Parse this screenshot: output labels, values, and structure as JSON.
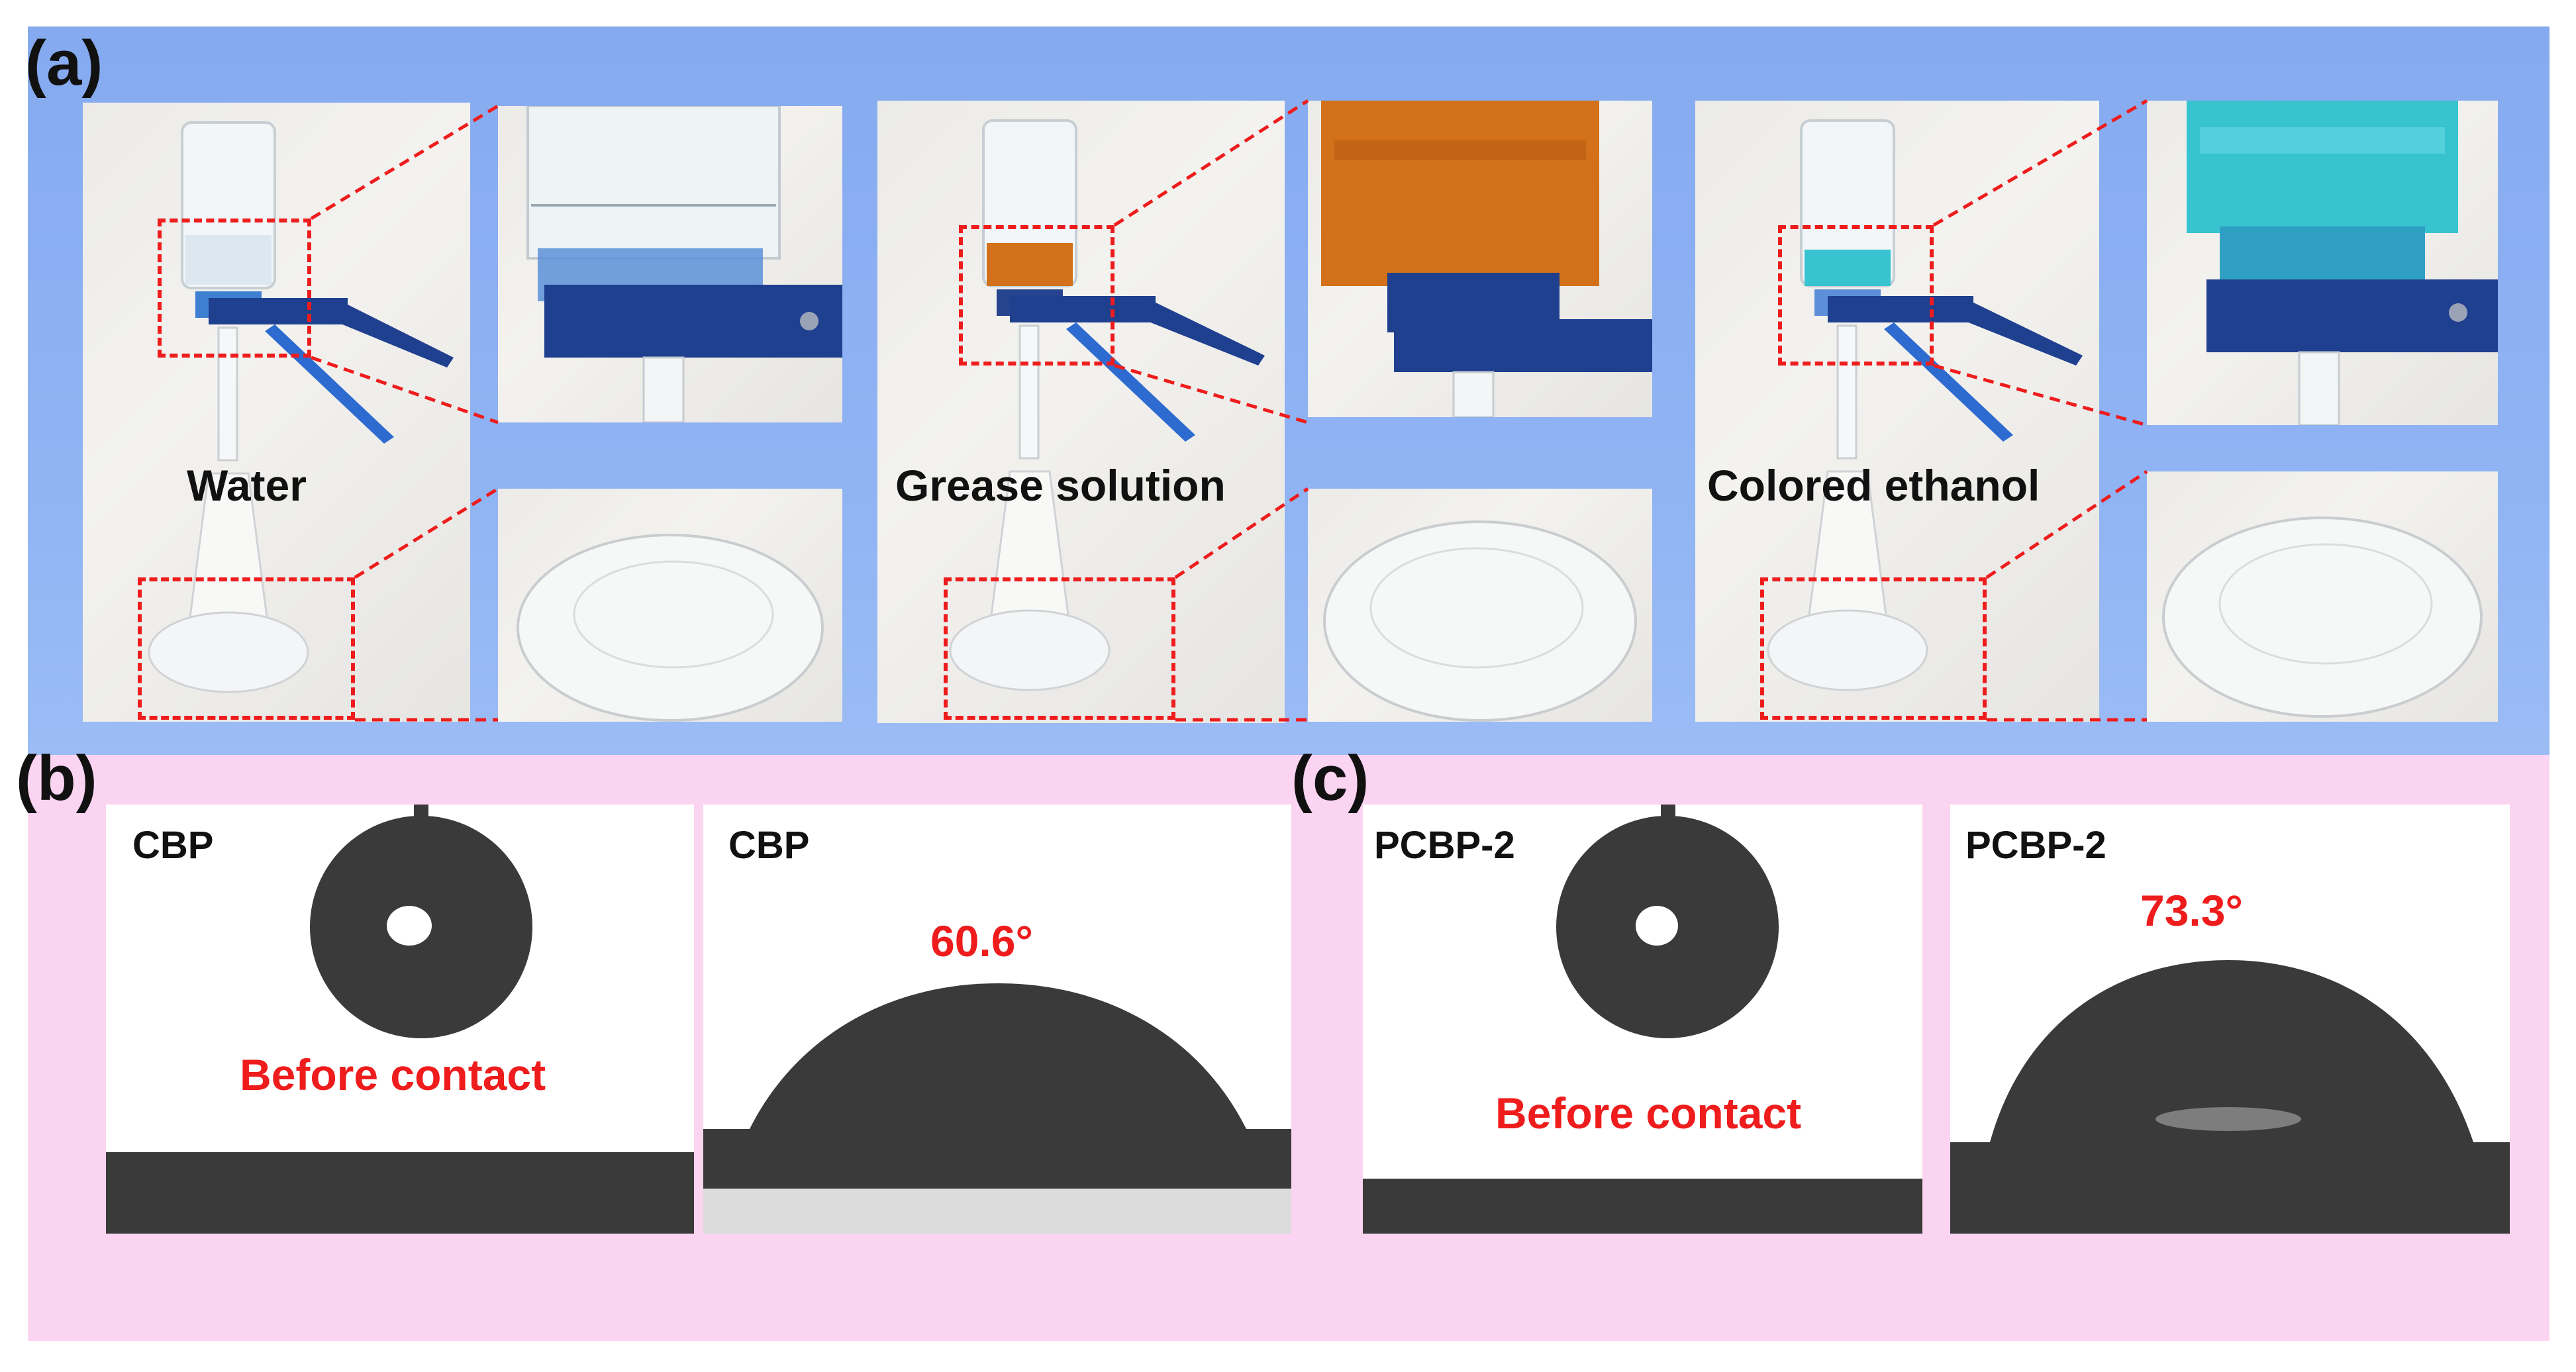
{
  "panel_labels": {
    "a": "(a)",
    "b": "(b)",
    "c": "(c)"
  },
  "panel_a": {
    "samples": [
      {
        "caption": "Water",
        "liquid_color": "#d9e6ee"
      },
      {
        "caption": "Grease solution",
        "liquid_color": "#d2711a"
      },
      {
        "caption": "Colored ethanol",
        "liquid_color": "#37c3d0"
      }
    ],
    "zoom_line_color": "#ee1c1c"
  },
  "panel_b": {
    "before": {
      "label": "CBP",
      "note": "Before contact"
    },
    "after": {
      "label": "CBP",
      "angle": "60.6°"
    }
  },
  "panel_c": {
    "before": {
      "label": "PCBP-2",
      "note": "Before contact"
    },
    "after": {
      "label": "PCBP-2",
      "angle": "73.3°"
    }
  },
  "colors": {
    "panel_a_background": "#8fb3f3",
    "panel_bc_background": "#fbd4f1",
    "annotation_red": "#ee1c1c",
    "droplet_dark": "#3a3a3a"
  }
}
